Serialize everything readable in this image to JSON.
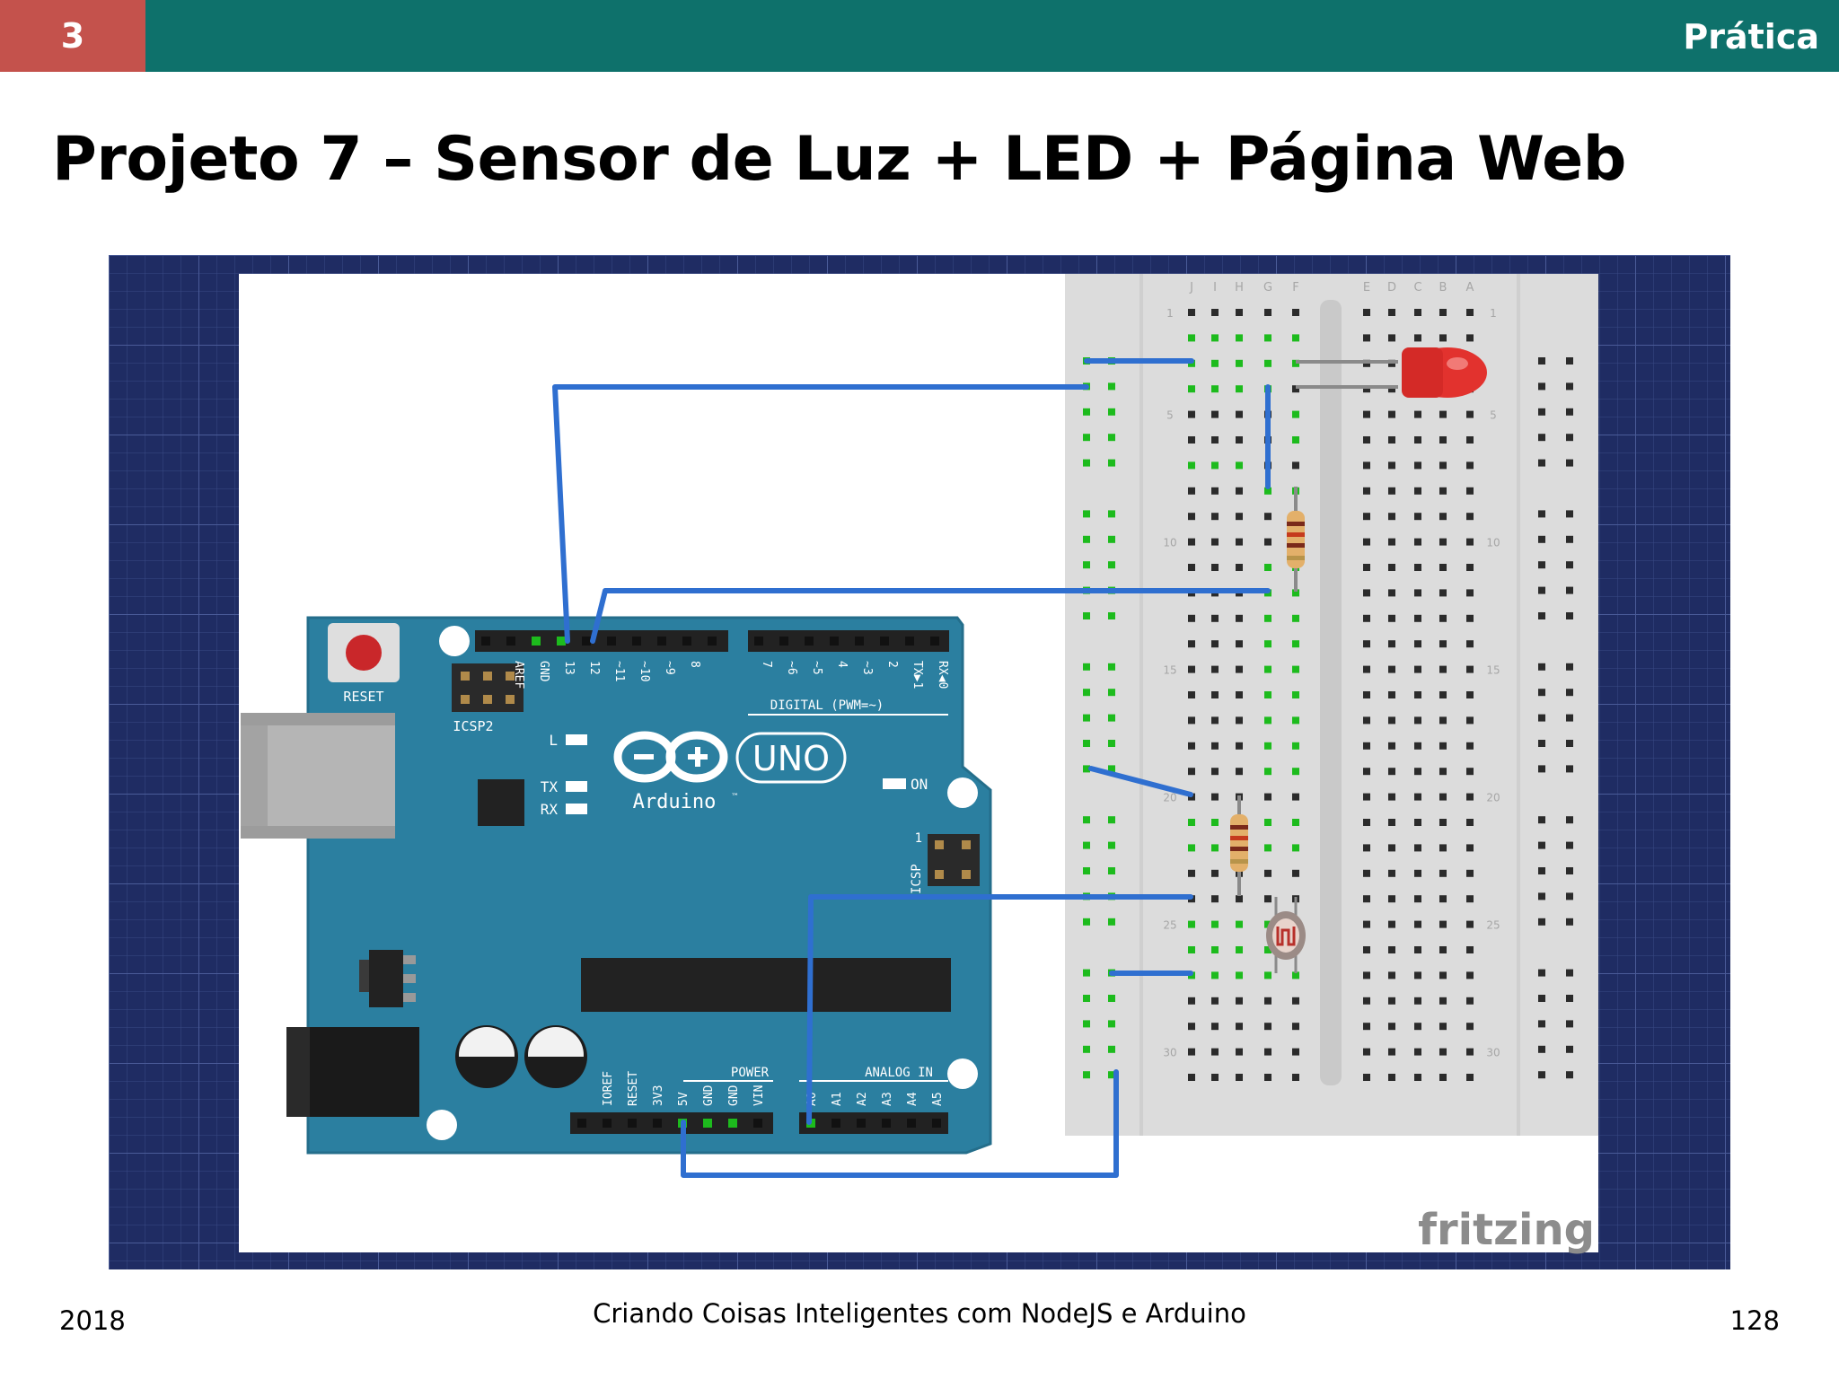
{
  "header": {
    "slide_number": "3",
    "section": "Prática"
  },
  "title": "Projeto 7 – Sensor de Luz + LED + Página Web",
  "figure": {
    "watermark": "fritzing",
    "board_labels": {
      "reset": "RESET",
      "icsp2": "ICSP2",
      "aref": "AREF",
      "gnd": "GND",
      "pins_top": [
        "13",
        "12",
        "~11",
        "~10",
        "~9",
        "8",
        "7",
        "~6",
        "~5",
        "4",
        "~3",
        "2",
        "TX▶1",
        "RX◀0"
      ],
      "digital": "DIGITAL (PWM=~)",
      "led_l": "L",
      "tx": "TX",
      "rx": "RX",
      "uno": "UNO",
      "arduino": "Arduino",
      "tm": "™",
      "on": "ON",
      "icsp": "ICSP",
      "icsp_pin": "1",
      "power": "POWER",
      "analog_in": "ANALOG IN",
      "power_pins": [
        "IOREF",
        "RESET",
        "3V3",
        "5V",
        "GND",
        "GND",
        "VIN"
      ],
      "analog_pins": [
        "A0",
        "A1",
        "A2",
        "A3",
        "A4",
        "A5"
      ]
    },
    "breadboard": {
      "column_letters_left": [
        "J",
        "I",
        "H",
        "G",
        "F"
      ],
      "column_letters_right": [
        "E",
        "D",
        "C",
        "B",
        "A"
      ],
      "row_numbers": [
        "1",
        "5",
        "10",
        "15",
        "20",
        "25",
        "30"
      ]
    }
  },
  "footer": {
    "year": "2018",
    "center": "Criando Coisas Inteligentes com NodeJS e Arduino",
    "page": "128"
  },
  "colors": {
    "header_bar": "#0e716b",
    "slide_number_bg": "#c4524c",
    "blueprint_bg": "#1f2c63",
    "board": "#2b7fa0",
    "wire": "#2f6fd0",
    "led": "#e2322e"
  }
}
